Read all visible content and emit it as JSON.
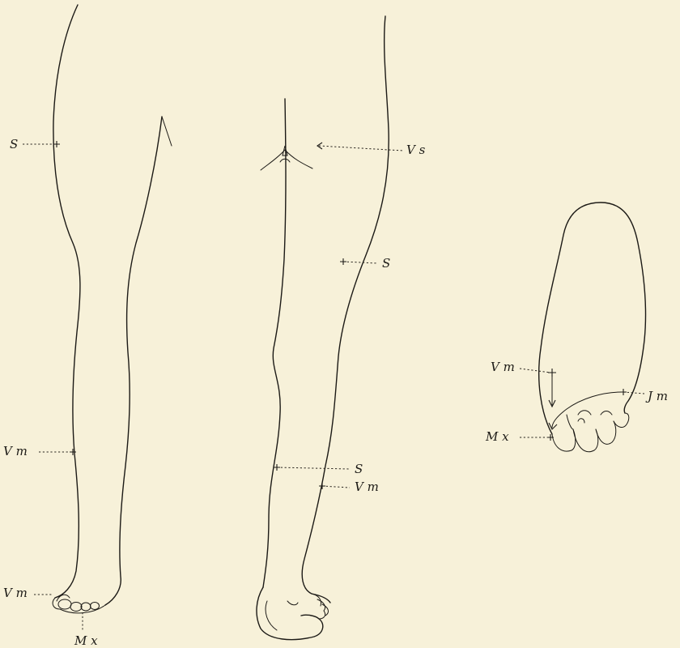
{
  "colors": {
    "paper": "#f7f1d9",
    "ink": "#1c1a16"
  },
  "labels": {
    "left_leg": {
      "s": "S",
      "vm_calf": "V m",
      "vm_toe": "V m",
      "mx": "M x"
    },
    "middle_leg": {
      "vs": "V s",
      "s_thigh": "S",
      "s_ankle": "S",
      "vm": "V m"
    },
    "foot": {
      "vm": "V m",
      "jm": "J m",
      "mx": "M x"
    }
  }
}
